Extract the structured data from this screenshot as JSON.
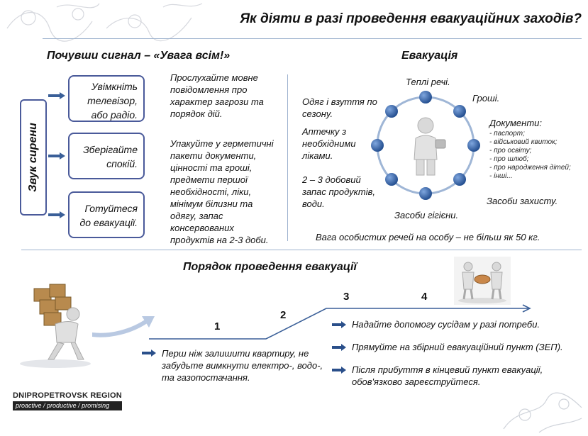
{
  "title": "Як діяти в разі проведення евакуаційних заходів?",
  "left_section": {
    "heading": "Почувши сигнал – «Увага всім!»",
    "siren_label": "Звук сирени",
    "boxes": [
      {
        "text": "Увімкніть телевізор, або радіо."
      },
      {
        "text": "Зберігайте спокій."
      },
      {
        "text": "Готуйтеся до евакуації."
      }
    ],
    "notes": [
      {
        "text": "Прослухайте мовне повідомлення про характер загрози та порядок дій."
      },
      {
        "text": "Упакуйте у герметичні пакети документи, цінності та гроші, предмети першої необхідності, ліки, мінімум білизни та одягу, запас консервованих продуктів на 2-3 доби."
      }
    ]
  },
  "right_section": {
    "heading": "Евакуація",
    "items": {
      "warm_things": "Теплі речі.",
      "money": "Гроші.",
      "clothes": "Одяг і взуття по сезону.",
      "first_aid": "Аптечку з необхідними ліками.",
      "food": "2 – 3 добовий запас продуктів, води.",
      "hygiene": "Засоби гігієни.",
      "protection": "Засоби захисту.",
      "documents_title": "Документи:",
      "documents": [
        "- паспорт;",
        "- військовий квиток;",
        "- про освіту;",
        "- про шлюб;",
        "- про народження дітей;",
        "- інші..."
      ]
    },
    "weight_note": "Вага особистих речей на особу – не більш як 50 кг."
  },
  "bottom_section": {
    "heading": "Порядок проведення евакуації",
    "steps": [
      "1",
      "2",
      "3",
      "4"
    ],
    "step1_text": "Перш ніж залишити квартиру, не забудьте вимкнути електро-, водо-, та газопостачання.",
    "actions": [
      "Надайте допомогу сусідам у разі потреби.",
      "Прямуйте на збірний евакуаційний пункт (ЗЕП).",
      "Після прибуття в кінцевий пункт евакуації, обов'язково зареєструйтеся."
    ]
  },
  "logo": {
    "text_part1": "DNI",
    "text_part2": "PRO",
    "text_part3": "PETROVSK REGION",
    "tagline_1": "proactive",
    "tagline_2": "productive",
    "tagline_3": "promising"
  },
  "colors": {
    "accent": "#2a4f8a",
    "circle_dot": "#2f5fa6",
    "arrow": "#3a5f98",
    "box_border": "#4a5a9a"
  }
}
